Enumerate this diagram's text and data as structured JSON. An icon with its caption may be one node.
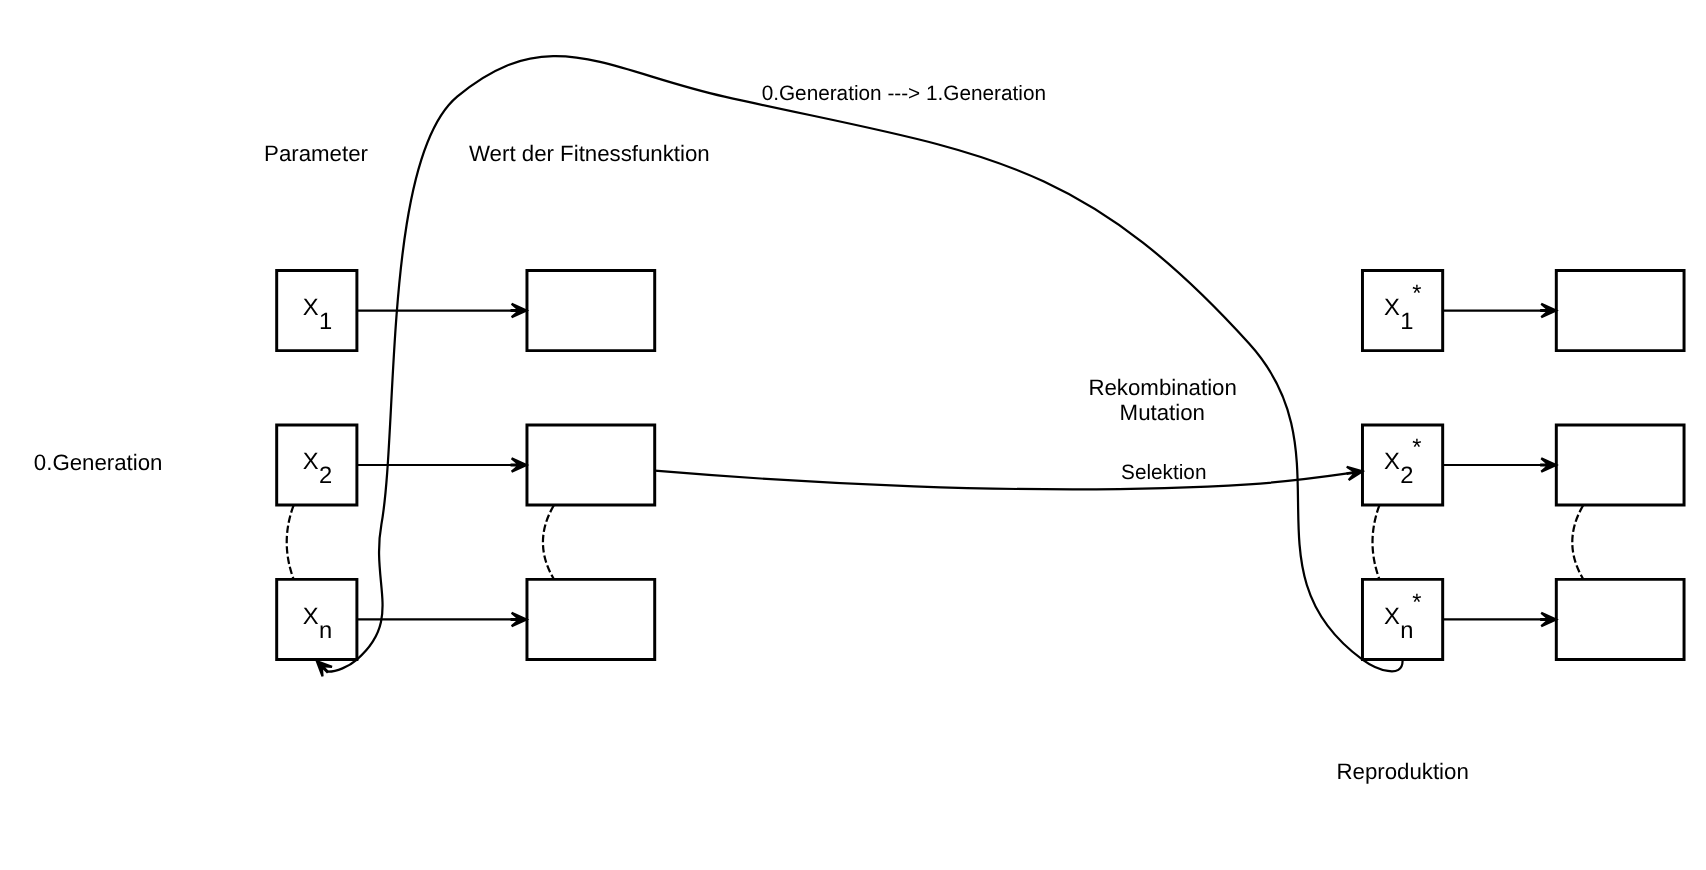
{
  "diagram": {
    "nodes": [
      {
        "text": [
          "X$_{1}$"
        ]
      },
      {
        "text": [
          "X$_{2}$"
        ]
      },
      {
        "text": [
          "X$_{n}$"
        ]
      },
      {
        "text": [],
        "shape": "box"
      },
      {
        "text": [],
        "shape": "box"
      },
      {
        "text": [],
        "shape": "box"
      },
      {
        "text": [
          "X$_{1}$$^{*}$"
        ]
      },
      {
        "text": [
          "X$_{2}$$^{*}$"
        ]
      },
      {
        "text": [
          "X$_{n}$$^{*}$"
        ]
      },
      {
        "text": [],
        "shape": "box"
      },
      {
        "text": [],
        "shape": "box"
      },
      {
        "text": [],
        "shape": "box"
      }
    ],
    "edges": [
      {
        "from": 0,
        "to": 3,
        "arrow": "to"
      },
      {
        "from": 1,
        "to": 4,
        "arrow": "to"
      },
      {
        "from": 1,
        "to": 2,
        "arrow": "none",
        "style": "dashed"
      },
      {
        "from": 4,
        "to": 5,
        "arrow": "none",
        "style": "dashed"
      },
      {
        "from": 2,
        "to": 5,
        "arrow": "to"
      },
      {
        "from": 4,
        "to": 7,
        "label": "Selektion",
        "arrow": "to"
      },
      {
        "from": 6,
        "to": 9,
        "arrow": "to"
      },
      {
        "from": 7,
        "to": 10,
        "arrow": "to"
      },
      {
        "from": 7,
        "to": 8,
        "arrow": "none",
        "style": "dashed"
      },
      {
        "from": 10,
        "to": 11,
        "arrow": "none",
        "style": "dashed"
      },
      {
        "from": 8,
        "to": 11,
        "arrow": "to"
      },
      {
        "from": 8,
        "to": 2,
        "label": "0.Generation ---> 1.Generation",
        "arrow": "to"
      }
    ],
    "labels": [
      "Parameter",
      "Wert der Fitnessfunktion",
      "0.Generation",
      "Rekombination Mutation",
      "Reproduktion"
    ]
  }
}
